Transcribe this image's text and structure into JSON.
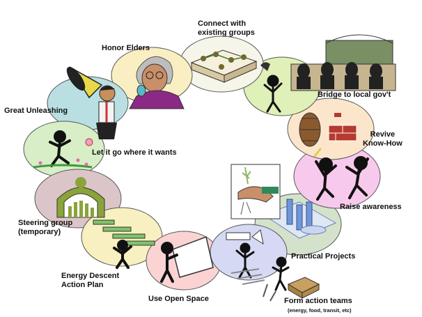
{
  "steps": [
    {
      "id": "great-unleashing",
      "label": "Great Unleashing",
      "fill": "#b9dfe2"
    },
    {
      "id": "honor-elders",
      "label": "Honor Elders",
      "fill": "#f9efc2"
    },
    {
      "id": "connect-groups",
      "label": "Connect with existing groups",
      "fill": "#f5f5ea"
    },
    {
      "id": "bridge-gov",
      "label": "Bridge to local gov't",
      "fill": "#dff0b8"
    },
    {
      "id": "revive-know-how",
      "label": "Revive Know-How",
      "fill": "#fbe6cc"
    },
    {
      "id": "raise-awareness",
      "label": "Raise awareness",
      "fill": "#f7c9ec"
    },
    {
      "id": "practical-projects",
      "label": "Practical Projects",
      "fill": "#d4e2cb"
    },
    {
      "id": "form-action-teams",
      "label": "Form action teams",
      "sublabel": "(energy, food, transit, etc)",
      "fill": "#d6d9f4"
    },
    {
      "id": "use-open-space",
      "label": "Use Open Space",
      "fill": "#fbd3d3"
    },
    {
      "id": "energy-descent",
      "label": "Energy Descent Action Plan",
      "fill": "#f8f0c0"
    },
    {
      "id": "steering-group",
      "label": "Steering group (temporary)",
      "fill": "#dcc5c8"
    },
    {
      "id": "let-it-go",
      "label": "Let it go where it wants",
      "fill": "#d7eec6"
    }
  ],
  "label_lines": {
    "connect": [
      "Connect with",
      "existing groups"
    ],
    "revive": [
      "Revive",
      "Know-How"
    ],
    "steering": [
      "Steering group",
      "(temporary)"
    ],
    "energy": [
      "Energy Descent",
      "Action Plan"
    ]
  }
}
